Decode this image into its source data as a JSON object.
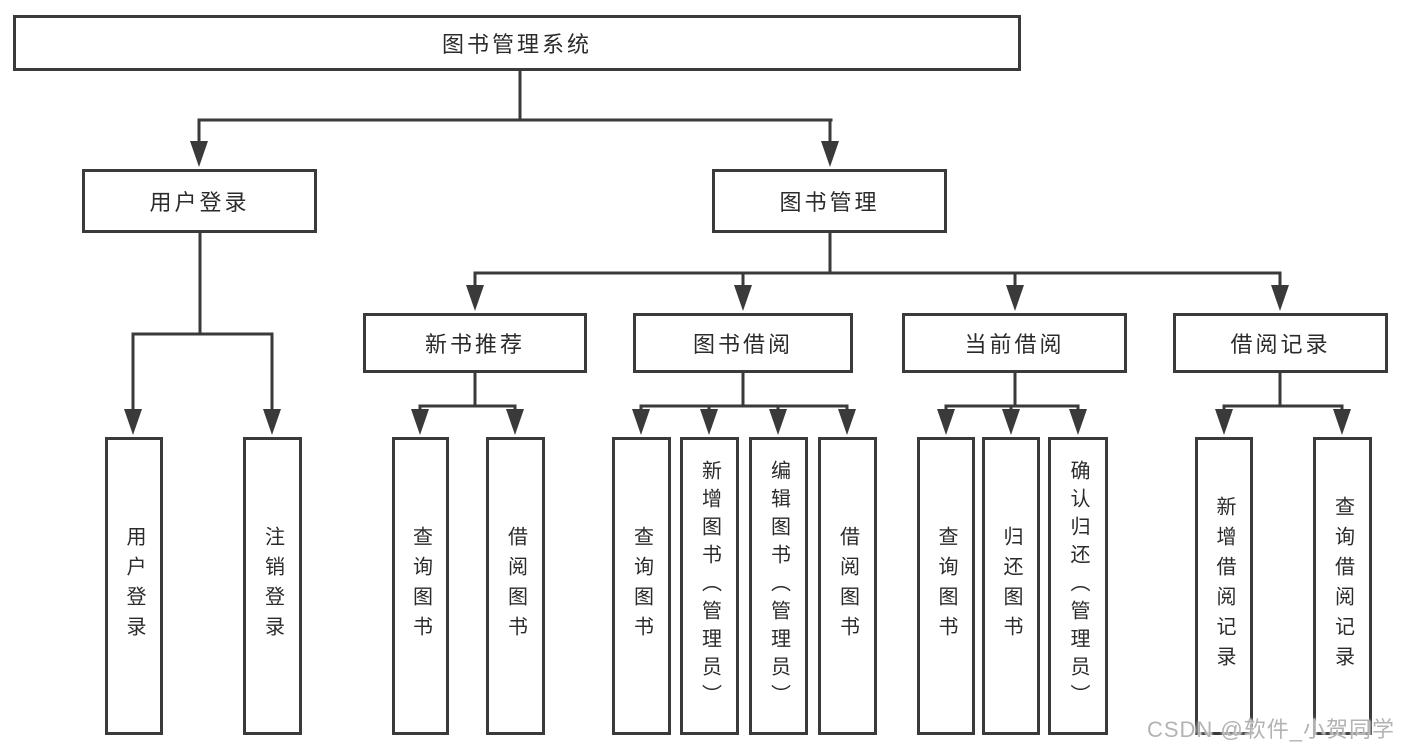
{
  "tree": {
    "label": "图书管理系统",
    "children": [
      {
        "label": "用户登录",
        "children": [
          {
            "label": "用户登录"
          },
          {
            "label": "注销登录"
          }
        ]
      },
      {
        "label": "图书管理",
        "children": [
          {
            "label": "新书推荐",
            "children": [
              {
                "label": "查询图书"
              },
              {
                "label": "借阅图书"
              }
            ]
          },
          {
            "label": "图书借阅",
            "children": [
              {
                "label": "查询图书"
              },
              {
                "label": "新增图书（管理员）"
              },
              {
                "label": "编辑图书（管理员）"
              },
              {
                "label": "借阅图书"
              }
            ]
          },
          {
            "label": "当前借阅",
            "children": [
              {
                "label": "查询图书"
              },
              {
                "label": "归还图书"
              },
              {
                "label": "确认归还（管理员）"
              }
            ]
          },
          {
            "label": "借阅记录",
            "children": [
              {
                "label": "新增借阅记录"
              },
              {
                "label": "查询借阅记录"
              }
            ]
          }
        ]
      }
    ]
  },
  "watermark": {
    "text": "CSDN @软件_小贺同学",
    "color": "#b3b3b3"
  },
  "colors": {
    "line": "#3a3a3a",
    "text": "#2b2b2b",
    "background": "#ffffff"
  }
}
